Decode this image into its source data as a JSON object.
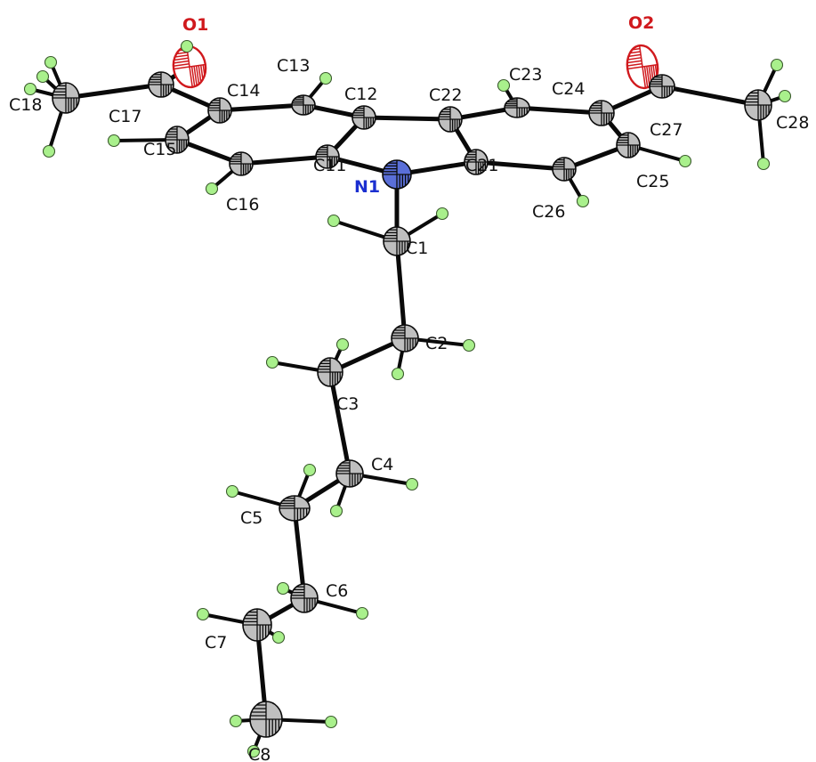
{
  "labels": {
    "O1": "O1",
    "O2": "O2",
    "N1": "N1",
    "C1": "C1",
    "C2": "C2",
    "C3": "C3",
    "C4": "C4",
    "C5": "C5",
    "C6": "C6",
    "C7": "C7",
    "C8": "C8",
    "C11": "C11",
    "C12": "C12",
    "C13": "C13",
    "C14": "C14",
    "C15": "C15",
    "C16": "C16",
    "C17": "C17",
    "C18": "C18",
    "C21": "C21",
    "C22": "C22",
    "C23": "C23",
    "C24": "C24",
    "C25": "C25",
    "C26": "C26",
    "C27": "C27",
    "C28": "C28"
  },
  "colors": {
    "carbon": "#bfbfbf",
    "nitrogen": "#5a6fd8",
    "oxygen": "#d0191d",
    "hydrogen": "#a9f08c",
    "bond": "#0a0a0a"
  }
}
